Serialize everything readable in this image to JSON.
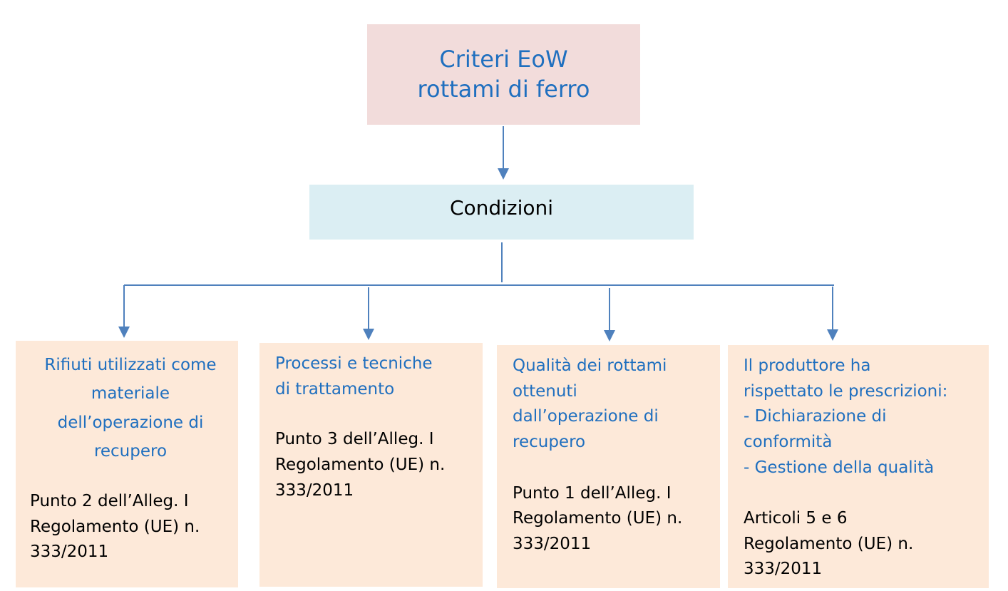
{
  "top": {
    "line1": "Criteri EoW",
    "line2": "rottami di ferro"
  },
  "middle": {
    "label": "Condizioni"
  },
  "boxes": [
    {
      "blue_lines": [
        "Rifiuti utilizzati come",
        "materiale",
        "dell’operazione di",
        "recupero"
      ],
      "black_lines": [
        "Punto 2 dell’Alleg. I",
        "Regolamento (UE) n.",
        "333/2011"
      ]
    },
    {
      "blue_lines": [
        "Processi e tecniche",
        "di trattamento"
      ],
      "black_lines": [
        "Punto 3 dell’Alleg. I",
        "Regolamento (UE) n.",
        "333/2011"
      ]
    },
    {
      "blue_lines": [
        "Qualità dei rottami",
        "ottenuti",
        "dall’operazione di",
        "recupero"
      ],
      "black_lines": [
        "Punto 1 dell’Alleg. I",
        "Regolamento (UE) n.",
        "333/2011"
      ]
    },
    {
      "blue_lines": [
        "Il produttore ha",
        "rispettato le prescrizioni:",
        "- Dichiarazione di",
        "conformità",
        "- Gestione della qualità"
      ],
      "black_lines": [
        "Articoli 5 e 6",
        "Regolamento (UE) n.",
        "333/2011"
      ]
    }
  ],
  "colors": {
    "title_blue": "#1f6fbf",
    "connector": "#4f81bd",
    "top_fill": "#f2dcdb",
    "middle_fill": "#dbeef3",
    "leaf_fill": "#fde9d9"
  }
}
